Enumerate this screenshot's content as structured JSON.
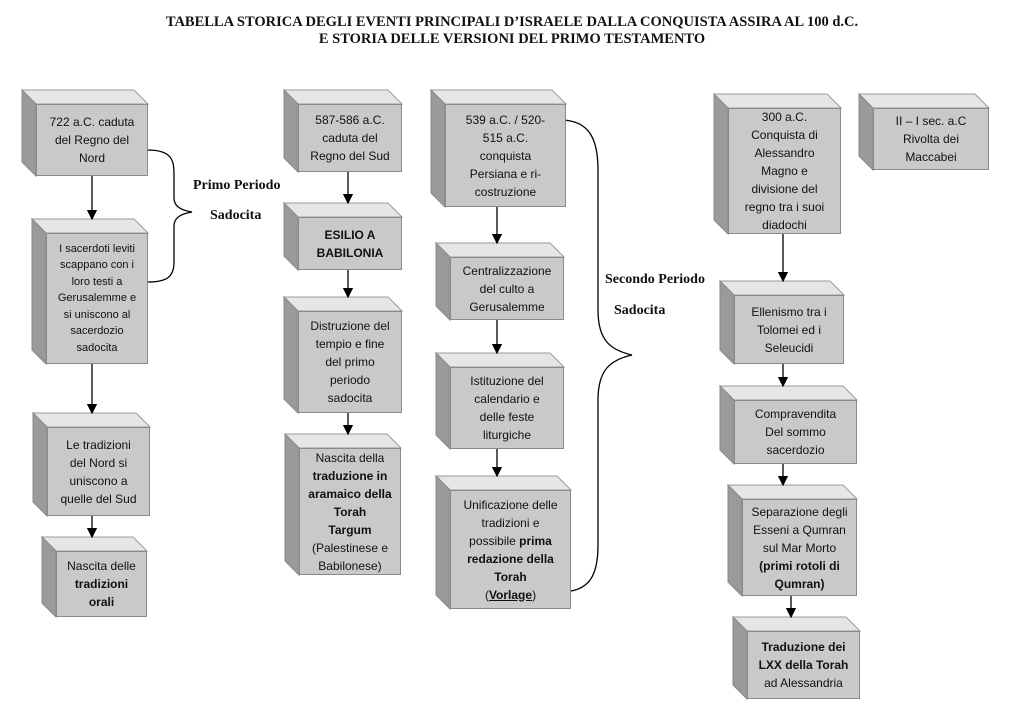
{
  "title": {
    "line1": "TABELLA STORICA DEGLI EVENTI PRINCIPALI D’ISRAELE DALLA CONQUISTA ASSIRA AL 100 d.C.",
    "line2": "E STORIA DELLE VERSIONI DEL PRIMO TESTAMENTO"
  },
  "periods": {
    "first_1": "Primo Periodo",
    "first_2": "Sadocita",
    "second_1": "Secondo Periodo",
    "second_2": "Sadocita"
  },
  "boxes": {
    "b1": [
      "722 a.C. caduta",
      "del Regno del",
      "Nord"
    ],
    "b2": [
      "I sacerdoti leviti",
      "scappano con i",
      "loro testi a",
      "Gerusalemme e",
      "si uniscono al",
      "sacerdozio",
      "sadocita"
    ],
    "b3": [
      "Le tradizioni",
      "del Nord si",
      "uniscono a",
      "quelle del Sud"
    ],
    "b4": [
      "Nascita delle",
      "tradizioni",
      "orali"
    ],
    "b5": [
      "587-586 a.C.",
      "caduta del",
      "Regno del Sud"
    ],
    "b6": [
      "ESILIO A",
      "BABILONIA"
    ],
    "b7": [
      "Distruzione del",
      "tempio e fine",
      "del primo",
      "periodo",
      "sadocita"
    ],
    "b8": [
      "Nascita della",
      "traduzione in",
      "aramaico della",
      "Torah",
      "Targum",
      "(Palestinese e",
      "Babilonese)"
    ],
    "b9": [
      "539 a.C. / 520-",
      "515 a.C.",
      "conquista",
      "Persiana e ri-",
      "costruzione"
    ],
    "b10": [
      "Centralizzazione",
      "del culto a",
      "Gerusalemme"
    ],
    "b11": [
      "Istituzione del",
      "calendario e",
      "delle feste",
      "liturgiche"
    ],
    "b12": [
      "Unificazione delle",
      "tradizioni e",
      "possibile prima",
      "redazione della",
      "Torah",
      "(Vorlage)"
    ],
    "b13": [
      "300 a.C.",
      "Conquista di",
      "Alessandro",
      "Magno e",
      "divisione del",
      "regno tra i suoi",
      "diadochi"
    ],
    "b14": [
      "II – I sec. a.C",
      "Rivolta dei",
      "Maccabei"
    ],
    "b15": [
      "Ellenismo tra i",
      "Tolomei ed i",
      "Seleucidi"
    ],
    "b16": [
      "Compravendita",
      "Del sommo",
      "sacerdozio"
    ],
    "b17": [
      "Separazione degli",
      "Esseni a Qumran",
      "sul Mar Morto",
      "(primi rotoli di",
      "Qumran)"
    ],
    "b18": [
      "Traduzione dei",
      "LXX della Torah",
      "ad Alessandria"
    ]
  },
  "colors": {
    "face": "#c9c9c9",
    "top": "#e6e6e6",
    "side": "#9a9a9a",
    "line": "#000000"
  }
}
